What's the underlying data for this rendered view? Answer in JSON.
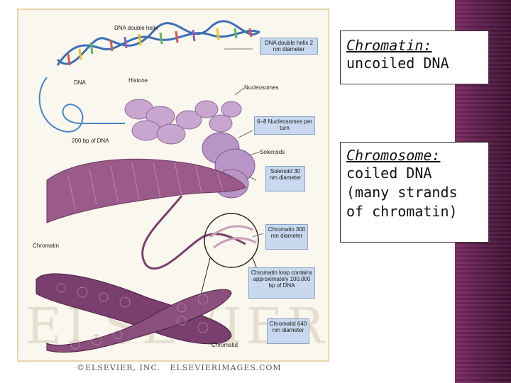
{
  "figure": {
    "labels": {
      "dna_double_helix": "DNA double helix",
      "dna": "DNA",
      "histone": "Histone",
      "nucleosomes": "Nucleosomes",
      "bp_of_dna": "200 bp of DNA",
      "solenoids": "Solenoids",
      "chromatin": "Chromatin",
      "chromatid": "Chromatid"
    },
    "boxes": {
      "helix_diameter": "DNA double helix 2 nm diameter",
      "nucleosomes_per_turn": "6–8 Nucleosomes per turn",
      "solenoid_diameter": "Solenoid 30 nm diameter",
      "chromatin_diameter": "Chromatin 300 nm diameter",
      "chromatin_loop": "Chromatin loop contains approximately 100,000 bp of DNA",
      "chromatid_diameter": "Chromatid 640 nm diameter"
    },
    "watermark": "ELSEVIER",
    "copyright": "©ELSEVIER, INC.   ELSEVIERIMAGES.COM"
  },
  "callouts": {
    "chromatin": {
      "term": "Chromatin:",
      "desc": "uncoiled DNA"
    },
    "chromosome": {
      "term": "Chromosome:",
      "desc": "coiled DNA (many strands of chromatin)"
    }
  },
  "colors": {
    "accent": "#5e1f4d",
    "chromatin": "#8a4f7d",
    "nucleosome": "#c9a6cf",
    "box": "#c8d8ee"
  }
}
